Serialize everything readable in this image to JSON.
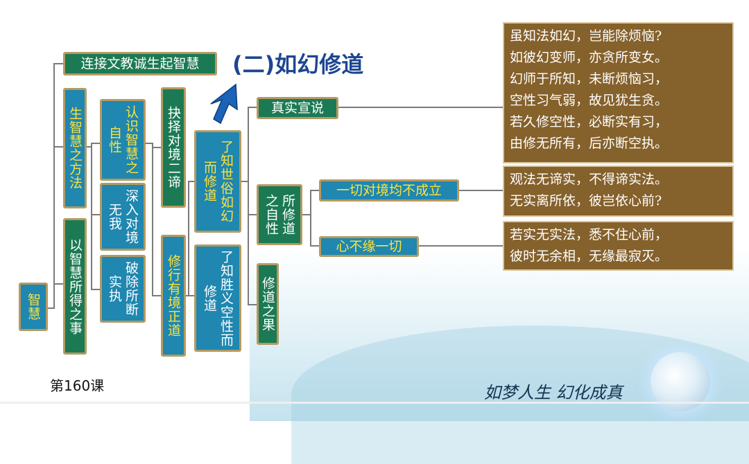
{
  "title": "(二)如幻修道",
  "lesson": "第160课",
  "brand": "如梦人生 幻化成真",
  "nodes": {
    "root": "智慧",
    "connect": "连接文教诚生起智慧",
    "method": "生智慧之方法",
    "matter": "以智慧所得之事",
    "recognize": "认识智慧之自性",
    "deep": "深入对境无我",
    "break": "破除所断实执",
    "choose": "抉择对境二谛",
    "practice": "修行有境正道",
    "worldly": "了知世俗如幻而修道",
    "ultimate": "了知胜义空性而修道",
    "truth": "真实宣说",
    "nature": "所修道之自性",
    "fruit": "修道之果",
    "allobj": "一切对境均不成立",
    "mind": "心不缘一切"
  },
  "verses": {
    "v1": [
      "虽知法如幻，岂能除烦恼?",
      "如彼幻变师，亦贪所变女。",
      "幻师于所知，未断烦恼习，",
      "空性习气弱，故见犹生贪。",
      "若久修空性，必断实有习，",
      "由修无所有，后亦断空执。"
    ],
    "v2": [
      "观法无谛实，不得谛实法。",
      "无实离所依，彼岂依心前?"
    ],
    "v3": [
      "若实无实法，悉不住心前，",
      "彼时无余相，无缘最寂灭。"
    ]
  }
}
